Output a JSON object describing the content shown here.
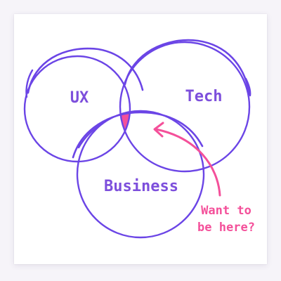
{
  "venn": {
    "sets": [
      {
        "id": "ux",
        "label": "UX"
      },
      {
        "id": "tech",
        "label": "Tech"
      },
      {
        "id": "business",
        "label": "Business"
      }
    ],
    "callout": {
      "line1": "Want to",
      "line2": "be here?"
    },
    "colors": {
      "outline": "#6b45e6",
      "label": "#7d4fdc",
      "highlight": "#f4509a",
      "callout": "#f4509a"
    },
    "center_icon": "cross-marker-icon"
  }
}
